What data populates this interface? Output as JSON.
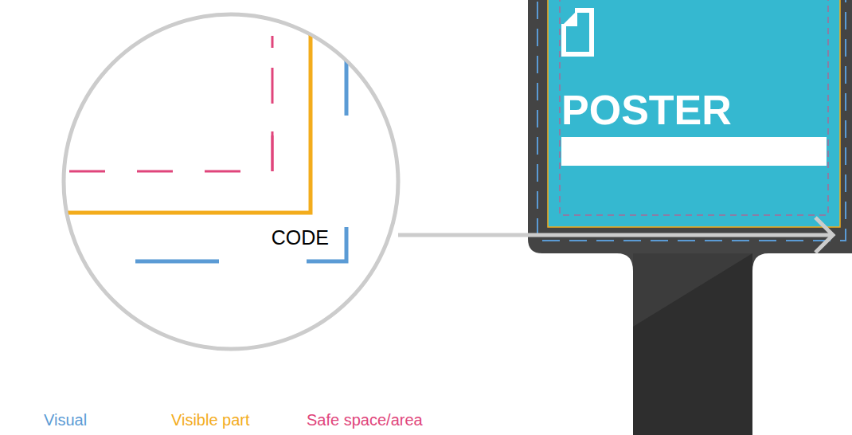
{
  "diagram": {
    "labels": [
      "POSTER",
      "CODE"
    ],
    "legend": [
      {
        "text": "Visual",
        "color": "#5b9bd5"
      },
      {
        "text": "Visible part",
        "color": "#f3ac1c"
      },
      {
        "text": "Safe space/area",
        "color": "#e0457b"
      }
    ]
  }
}
